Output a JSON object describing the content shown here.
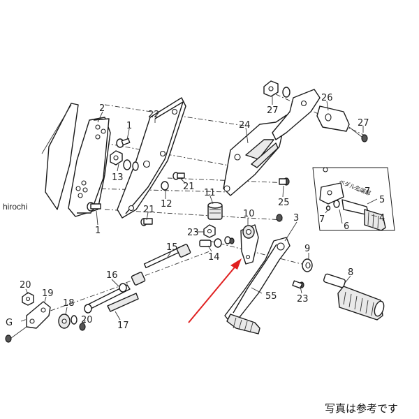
{
  "watermark": "hirochi",
  "note": "写真は参考です",
  "arrow_color": "#e02020",
  "detail_labels": {
    "left": "ペダル先端部",
    "right": ""
  },
  "callouts": {
    "c2": "2",
    "c1a": "1",
    "c1b": "1",
    "c13": "13",
    "c22": "22",
    "c21a": "21",
    "c21b": "21",
    "c12": "12",
    "c11": "11",
    "c24": "24",
    "c27a": "27",
    "c26": "26",
    "c27b": "27",
    "c25": "25",
    "c10": "10",
    "c3": "3",
    "c23a": "23",
    "c14": "14",
    "c9": "9",
    "c8": "8",
    "c55": "55",
    "c23b": "23",
    "c15": "15",
    "c16": "16",
    "c17": "17",
    "c20a": "20",
    "c19": "19",
    "c18": "18",
    "c20b": "20",
    "cG": "G",
    "c7a": "7",
    "c7b": "7",
    "c5": "5",
    "c4": "4",
    "c6": "6"
  }
}
